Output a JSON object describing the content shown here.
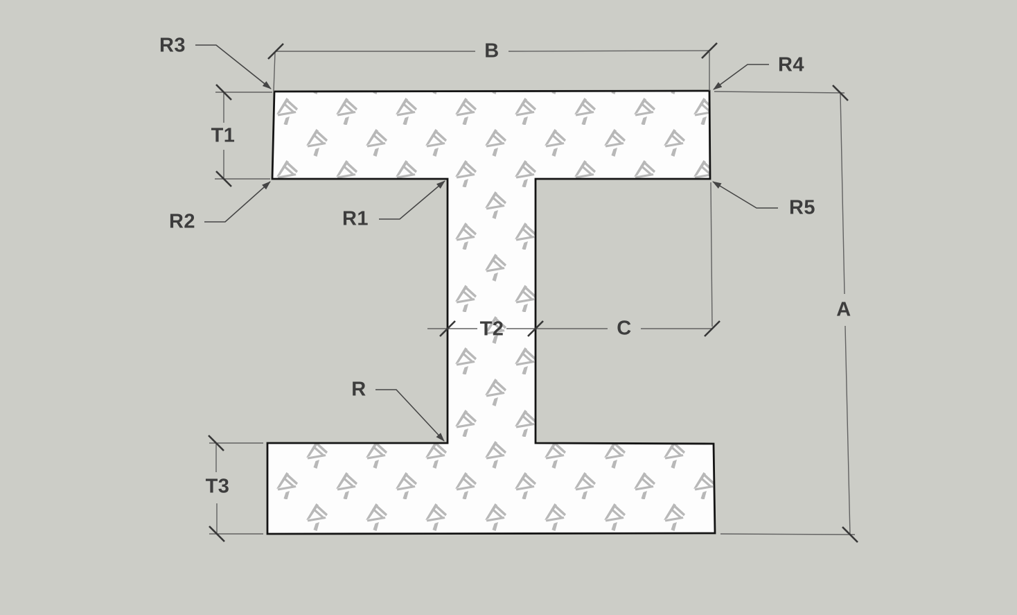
{
  "drawing": {
    "title": "I-beam cross-section dimension diagram",
    "watermark_icon": "cad-watermark-logo",
    "labels": {
      "b": "B",
      "a": "A",
      "c": "C",
      "t1": "T1",
      "t2": "T2",
      "t3": "T3",
      "r": "R",
      "r1": "R1",
      "r2": "R2",
      "r3": "R3",
      "r4": "R4",
      "r5": "R5"
    },
    "dimension_labels": [
      "B",
      "A",
      "C",
      "T1",
      "T2",
      "T3"
    ],
    "radius_labels": [
      "R",
      "R1",
      "R2",
      "R3",
      "R4",
      "R5"
    ],
    "colors": {
      "background": "#cccdc7",
      "shape_fill": "#fdfdfd",
      "shape_outline": "#141414",
      "dimension_line": "#616161",
      "tick_mark": "#383838",
      "leader_line": "#454545",
      "label_text": "#3d3d3d",
      "watermark": "#b8b8b8"
    }
  }
}
